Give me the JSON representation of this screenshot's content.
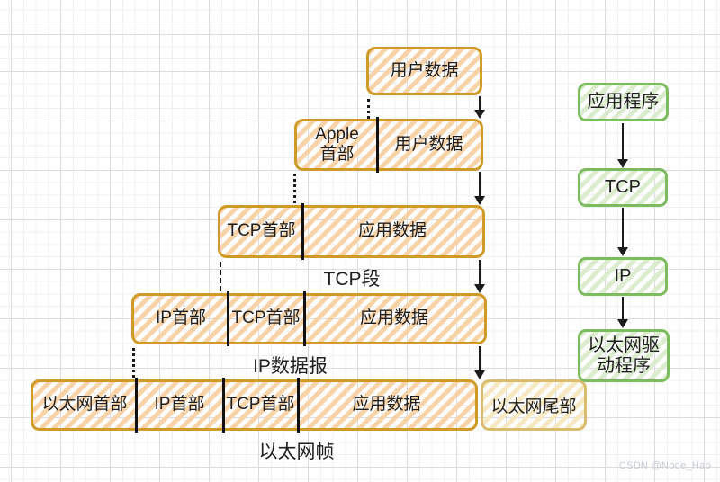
{
  "colors": {
    "stack_border": "#d09a26",
    "stack_hatch": "#f8d3a8",
    "trailer_border": "#d9bc6e",
    "trailer_hatch": "#f6e8c0",
    "flow_border": "#7cbb5e",
    "flow_hatch": "#dcedcf",
    "line_and_text": "#1f1f1f",
    "watermark_text": "#c6ccd3"
  },
  "stack": {
    "row1": {
      "cell1": "用户数据"
    },
    "row2": {
      "cell1": "Apple\n首部",
      "cell2": "用户数据"
    },
    "row3": {
      "cell1": "TCP首部",
      "cell2": "应用数据",
      "caption": "TCP段"
    },
    "row4": {
      "cell1": "IP首部",
      "cell2": "TCP首部",
      "cell3": "应用数据",
      "caption": "IP数据报"
    },
    "row5": {
      "cell1": "以太网首部",
      "cell2": "IP首部",
      "cell3": "TCP首部",
      "cell4": "应用数据",
      "trailer": "以太网尾部",
      "caption": "以太网帧"
    }
  },
  "flow": {
    "node1": "应用程序",
    "node2": "TCP",
    "node3": "IP",
    "node4": "以太网驱\n动程序"
  },
  "watermark": "CSDN @Node_Hao"
}
